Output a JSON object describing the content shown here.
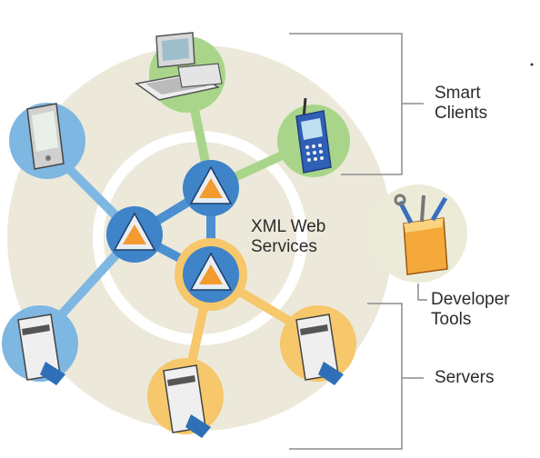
{
  "diagram": {
    "center_label": {
      "line1": "XML Web",
      "line2": "Services"
    },
    "groups": [
      {
        "line1": "Smart",
        "line2": "Clients"
      },
      {
        "line1": "Developer",
        "line2": "Tools"
      },
      {
        "line1": "Servers"
      }
    ],
    "colors": {
      "client_blue": "#7fb7e3",
      "client_green": "#a8d58a",
      "server_orange": "#f6c76b",
      "hub_blue": "#3f83c8",
      "halo": "#ece9da",
      "bracket": "#8c8c8c",
      "tools_bg": "#ecebd8"
    },
    "nodes": [
      {
        "name": "desktop-computer",
        "color": "client_green"
      },
      {
        "name": "mobile-phone",
        "color": "client_green"
      },
      {
        "name": "pocket-pc",
        "color": "client_blue"
      },
      {
        "name": "web-service-hub-left",
        "color": "hub_blue"
      },
      {
        "name": "web-service-hub-top",
        "color": "hub_blue"
      },
      {
        "name": "web-service-hub-bottom",
        "color": "hub_blue"
      },
      {
        "name": "server-left",
        "color": "client_blue"
      },
      {
        "name": "server-bottom",
        "color": "server_orange"
      },
      {
        "name": "server-right",
        "color": "server_orange"
      },
      {
        "name": "developer-toolbox",
        "color": "tools_bg"
      }
    ]
  }
}
